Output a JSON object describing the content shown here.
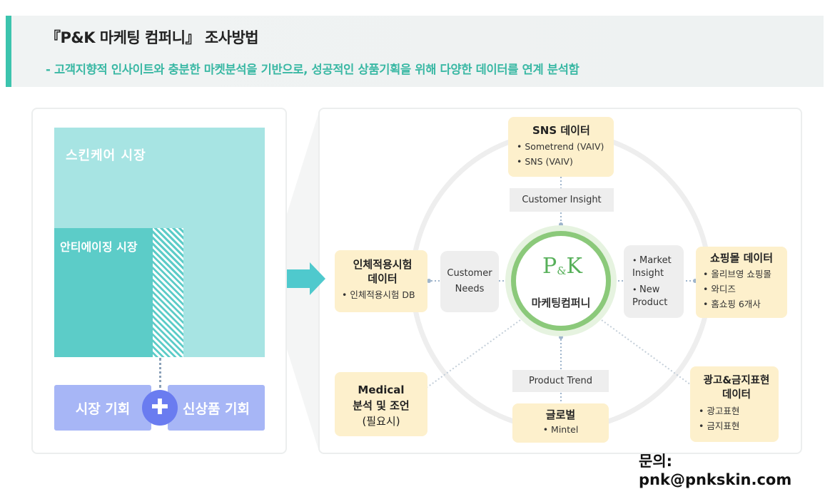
{
  "header": {
    "title": "『P&K 마케팅 컴퍼니』 조사방법",
    "subtitle": "- 고객지향적 인사이트와 충분한 마켓분석을 기반으로, 성공적인 상품기획을 위해 다양한 데이터를 연계 분석함"
  },
  "left": {
    "skincare_market": "스킨케어  시장",
    "antiaging_market": "안티에이징 시장",
    "market_opportunity": "시장 기회",
    "plus_symbol": "✚",
    "new_product_opportunity": "신상품 기회"
  },
  "center": {
    "logo_p": "P",
    "logo_amp": "&",
    "logo_k": "K",
    "name": "마케팅컴퍼니"
  },
  "tags": {
    "customer_insight": "Customer Insight",
    "product_trend": "Product Trend",
    "customer_needs_line1": "Customer",
    "customer_needs_line2": "Needs",
    "market_items": [
      "Market Insight",
      "New Product"
    ]
  },
  "sources": {
    "sns": {
      "title": "SNS 데이터",
      "items": [
        "Sometrend (VAIV)",
        "SNS (VAIV)"
      ]
    },
    "body_test": {
      "title_line1": "인체적용시험",
      "title_line2": "데이터",
      "items": [
        "인체적용시험 DB"
      ]
    },
    "shopping": {
      "title": "쇼핑몰 데이터",
      "items": [
        "올리브영 쇼핑몰",
        "와디즈",
        "홈쇼핑 6개사"
      ]
    },
    "medical": {
      "line1": "Medical",
      "line2": "분석 및 조언",
      "line3": "(필요시)"
    },
    "global": {
      "title": "글로벌",
      "items": [
        "Mintel"
      ]
    },
    "ad": {
      "title_line1": "광고&금지표현",
      "title_line2": "데이터",
      "items": [
        "광고표현",
        "금지표현"
      ]
    }
  },
  "contact": "문의: pnk@pnkskin.com",
  "colors": {
    "accent_teal": "#3cc4ae",
    "skincare_fill": "#a7e4e3",
    "antiaging_fill": "#5cccc8",
    "opportunity_fill": "#a7b6f6",
    "plus_fill": "#6a7cf0",
    "source_box_fill": "#fdf0cc",
    "center_ring": "#8bc97a"
  }
}
